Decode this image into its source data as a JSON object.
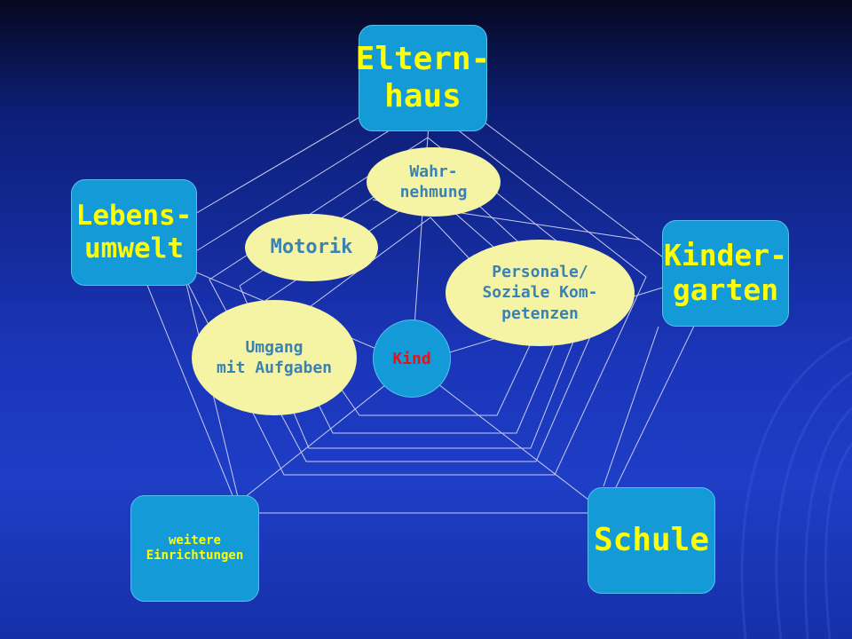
{
  "boxes": {
    "elternhaus": "Eltern-\nhaus",
    "lebensumwelt": "Lebens-\numwelt",
    "kindergarten": "Kinder-\ngarten",
    "weitere": "weitere\nEinrichtungen",
    "schule": "Schule"
  },
  "ellipses": {
    "wahrnehmung": "Wahr-\nnehmung",
    "motorik": "Motorik",
    "personale": "Personale/\nSoziale Kom-\npetenzen",
    "umgang": "Umgang\nmit Aufgaben"
  },
  "center": {
    "label": "Kind"
  },
  "colors": {
    "box_fill": "#149ad6",
    "box_text": "#ffff00",
    "ellipse_fill": "#f5f3a4",
    "ellipse_text": "#3a82b4",
    "center_text": "#ee1111",
    "web_lines": "#c8ccee"
  }
}
